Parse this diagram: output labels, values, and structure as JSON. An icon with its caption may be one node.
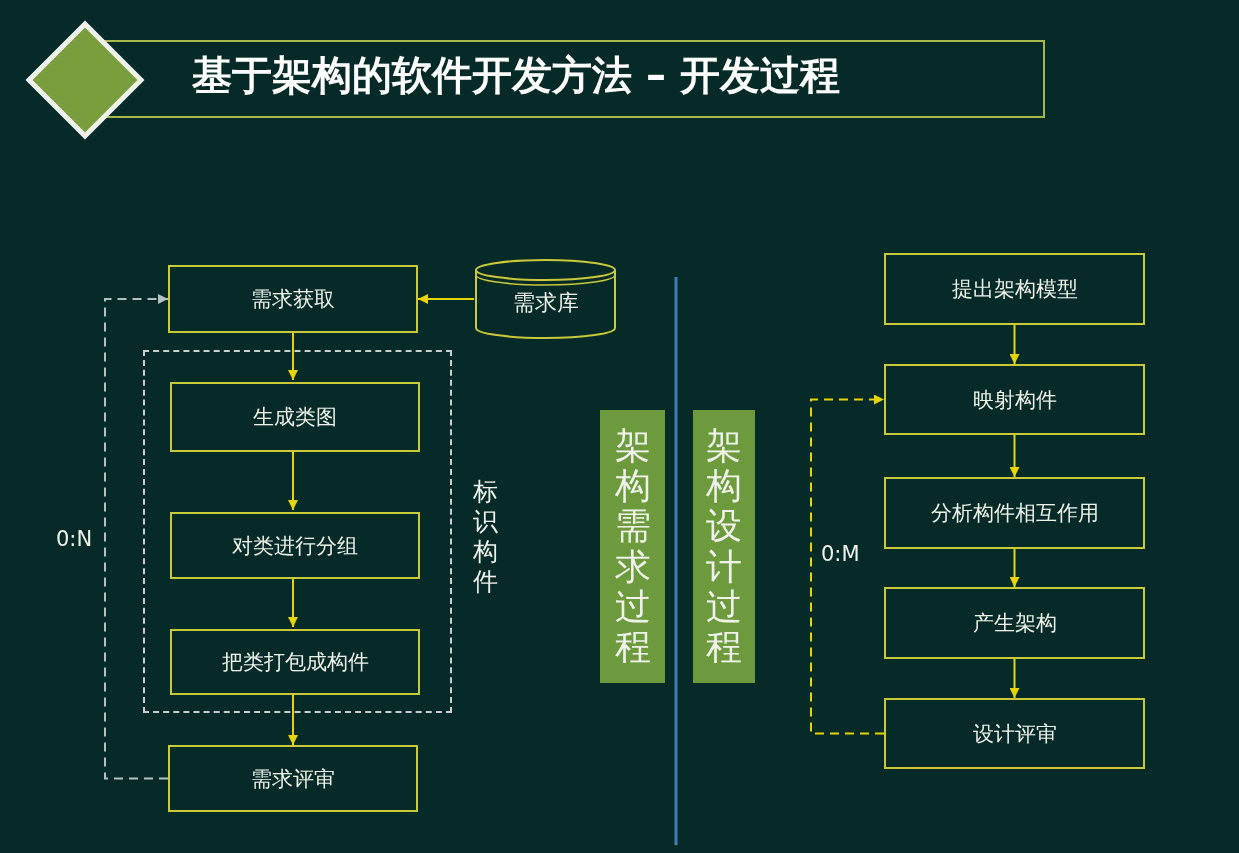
{
  "diagram": {
    "title": "基于架构的软件开发方法 – 开发过程",
    "nodes": [
      {
        "text": [
          "需求获取"
        ]
      },
      {
        "text": [
          "需求库"
        ]
      },
      {
        "text": [
          "标识构件"
        ]
      },
      {
        "text": [
          "生成类图"
        ],
        "in": 2
      },
      {
        "text": [
          "对类进行分组"
        ],
        "in": 2
      },
      {
        "text": [
          "把类打包成构件"
        ],
        "in": 2
      },
      {
        "text": [
          "需求评审"
        ]
      },
      {
        "text": [
          "架构需求过程"
        ]
      },
      {
        "text": [
          "架构设计过程"
        ]
      },
      {
        "text": [
          "提出架构模型"
        ]
      },
      {
        "text": [
          "映射构件"
        ]
      },
      {
        "text": [
          "分析构件相互作用"
        ]
      },
      {
        "text": [
          "产生架构"
        ]
      },
      {
        "text": [
          "设计评审"
        ]
      }
    ],
    "edges": [
      {
        "from": 1,
        "to": 0,
        "arrow": "to"
      },
      {
        "from": 0,
        "to": 3,
        "arrow": "to"
      },
      {
        "from": 3,
        "to": 4,
        "arrow": "to"
      },
      {
        "from": 4,
        "to": 5,
        "arrow": "to"
      },
      {
        "from": 5,
        "to": 6,
        "arrow": "to"
      },
      {
        "from": 6,
        "to": 0,
        "arrow": "to",
        "label": "0:N",
        "style": "dashed",
        "color": "#b4c2c2"
      },
      {
        "from": 9,
        "to": 10,
        "arrow": "to"
      },
      {
        "from": 10,
        "to": 11,
        "arrow": "to"
      },
      {
        "from": 11,
        "to": 12,
        "arrow": "to"
      },
      {
        "from": 12,
        "to": 13,
        "arrow": "to"
      },
      {
        "from": 13,
        "to": 10,
        "arrow": "to",
        "label": "0:M",
        "style": "dashed"
      }
    ]
  }
}
